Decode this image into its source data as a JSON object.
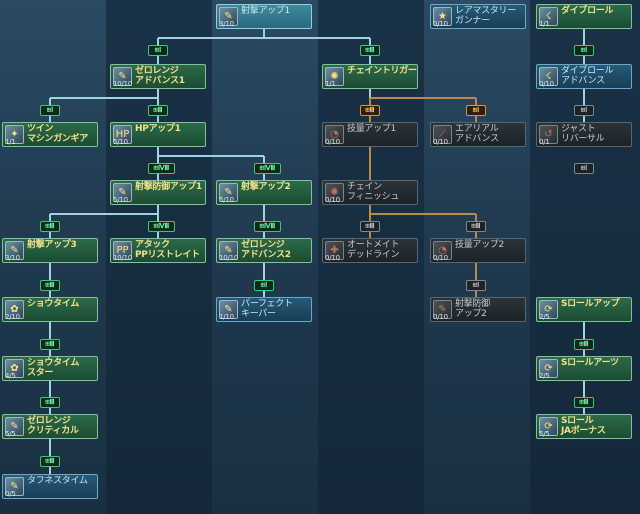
{
  "nodes": [
    {
      "name": "射撃アップ1",
      "lvl": "3/10",
      "icon": "shooting-icon",
      "glyph": "✎",
      "state": "top"
    },
    {
      "name": "レアマスタリー\nガンナー",
      "lvl": "0/10",
      "icon": "star-icon",
      "glyph": "★",
      "state": "avail"
    },
    {
      "name": "ダイブロール",
      "lvl": "1/1",
      "icon": "dive-roll-icon",
      "glyph": "☇",
      "state": "learned"
    },
    {
      "name": "ゼロレンジ\nアドバンス1",
      "lvl": "10/10",
      "icon": "twin-guns-icon",
      "glyph": "✎",
      "state": "learned"
    },
    {
      "name": "チェイントリガー",
      "lvl": "1/1",
      "icon": "chain-trigger-icon",
      "glyph": "✺",
      "state": "learned"
    },
    {
      "name": "ダイブロール\nアドバンス",
      "lvl": "0/10",
      "icon": "dive-roll-icon",
      "glyph": "☇",
      "state": "avail"
    },
    {
      "name": "ツイン\nマシンガンギア",
      "lvl": "1/1",
      "icon": "machinegun-gear-icon",
      "glyph": "✦",
      "state": "learned"
    },
    {
      "name": "HPアップ1",
      "lvl": "5/10",
      "icon": "hp-icon",
      "glyph": "HP",
      "state": "learned"
    },
    {
      "name": "技量アップ1",
      "lvl": "0/10",
      "icon": "skill-up-icon",
      "glyph": "◔",
      "state": "locked"
    },
    {
      "name": "エアリアル\nアドバンス",
      "lvl": "0/10",
      "icon": "aerial-icon",
      "glyph": "⟋",
      "state": "locked"
    },
    {
      "name": "ジャスト\nリバーサル",
      "lvl": "0/1",
      "icon": "reversal-icon",
      "glyph": "↺",
      "state": "locked"
    },
    {
      "name": "射撃防御アップ1",
      "lvl": "5/10",
      "icon": "shoot-defense-icon",
      "glyph": "✎",
      "state": "learned"
    },
    {
      "name": "射撃アップ2",
      "lvl": "5/10",
      "icon": "shooting-icon",
      "glyph": "✎",
      "state": "learned"
    },
    {
      "name": "チェイン\nフィニッシュ",
      "lvl": "0/10",
      "icon": "chain-finish-icon",
      "glyph": "✺",
      "state": "locked"
    },
    {
      "name": "射撃アップ3",
      "lvl": "3/10",
      "icon": "shooting-icon",
      "glyph": "✎",
      "state": "learned"
    },
    {
      "name": "アタック\nPPリストレイト",
      "lvl": "10/10",
      "icon": "pp-icon",
      "glyph": "PP",
      "state": "learned"
    },
    {
      "name": "ゼロレンジ\nアドバンス2",
      "lvl": "10/10",
      "icon": "twin-guns-icon",
      "glyph": "✎",
      "state": "learned"
    },
    {
      "name": "オートメイト\nデッドライン",
      "lvl": "0/10",
      "icon": "automate-icon",
      "glyph": "✚",
      "state": "locked"
    },
    {
      "name": "技量アップ2",
      "lvl": "0/10",
      "icon": "skill-up-icon",
      "glyph": "◔",
      "state": "locked"
    },
    {
      "name": "ショウタイム",
      "lvl": "2/10",
      "icon": "showtime-icon",
      "glyph": "✿",
      "state": "learned"
    },
    {
      "name": "パーフェクト\nキーパー",
      "lvl": "1/10",
      "icon": "perfect-keeper-icon",
      "glyph": "✎",
      "state": "avail"
    },
    {
      "name": "射撃防御\nアップ2",
      "lvl": "0/10",
      "icon": "shoot-defense-icon",
      "glyph": "✎",
      "state": "locked"
    },
    {
      "name": "Sロールアップ",
      "lvl": "2/5",
      "icon": "s-roll-icon",
      "glyph": "⟳",
      "state": "learned"
    },
    {
      "name": "ショウタイム\nスター",
      "lvl": "4/5",
      "icon": "showtime-icon",
      "glyph": "✿",
      "state": "learned"
    },
    {
      "name": "Sロールアーツ",
      "lvl": "2/5",
      "icon": "s-roll-icon",
      "glyph": "⟳",
      "state": "learned"
    },
    {
      "name": "ゼロレンジ\nクリティカル",
      "lvl": "5/5",
      "icon": "twin-guns-icon",
      "glyph": "✎",
      "state": "learned"
    },
    {
      "name": "Sロール\nJAボーナス",
      "lvl": "5/5",
      "icon": "s-roll-icon",
      "glyph": "⟳",
      "state": "learned"
    },
    {
      "name": "タフネスタイム",
      "lvl": "0/5",
      "icon": "toughness-icon",
      "glyph": "✎",
      "state": "avail"
    }
  ],
  "badges": [
    {
      "text": "⊞Ⅰ",
      "state": "open"
    },
    {
      "text": "⊞Ⅲ",
      "state": "open"
    },
    {
      "text": "⊞Ⅰ",
      "state": "open"
    },
    {
      "text": "⊞Ⅰ",
      "state": "open"
    },
    {
      "text": "⊞Ⅲ",
      "state": "open"
    },
    {
      "text": "⊞Ⅲ",
      "state": "locked"
    },
    {
      "text": "⊞Ⅰ",
      "state": "locked"
    },
    {
      "text": "⊞Ⅰ",
      "state": "gray"
    },
    {
      "text": "⊞ⅣⅢ",
      "state": "open"
    },
    {
      "text": "⊞ⅣⅢ",
      "state": "open"
    },
    {
      "text": "⊞Ⅰ",
      "state": "gray"
    },
    {
      "text": "⊞Ⅲ",
      "state": "open"
    },
    {
      "text": "⊞ⅣⅢ",
      "state": "open"
    },
    {
      "text": "⊞ⅣⅢ",
      "state": "open"
    },
    {
      "text": "⊞Ⅲ",
      "state": "gray"
    },
    {
      "text": "⊞Ⅲ",
      "state": "gray"
    },
    {
      "text": "⊞Ⅰ",
      "state": "open"
    },
    {
      "text": "⊞Ⅲ",
      "state": "open"
    },
    {
      "text": "⊞Ⅰ",
      "state": "gray"
    },
    {
      "text": "⊞Ⅲ",
      "state": "open"
    },
    {
      "text": "⊞Ⅲ",
      "state": "open"
    },
    {
      "text": "⊞Ⅲ",
      "state": "open"
    },
    {
      "text": "⊞Ⅲ",
      "state": "open"
    },
    {
      "text": "⊞Ⅲ",
      "state": "open"
    }
  ],
  "colors": {
    "learned": "#2c6a48",
    "available": "#255a7a",
    "locked": "#2a3339",
    "line": "#9fd4de",
    "locked_line": "#b98a4e"
  }
}
